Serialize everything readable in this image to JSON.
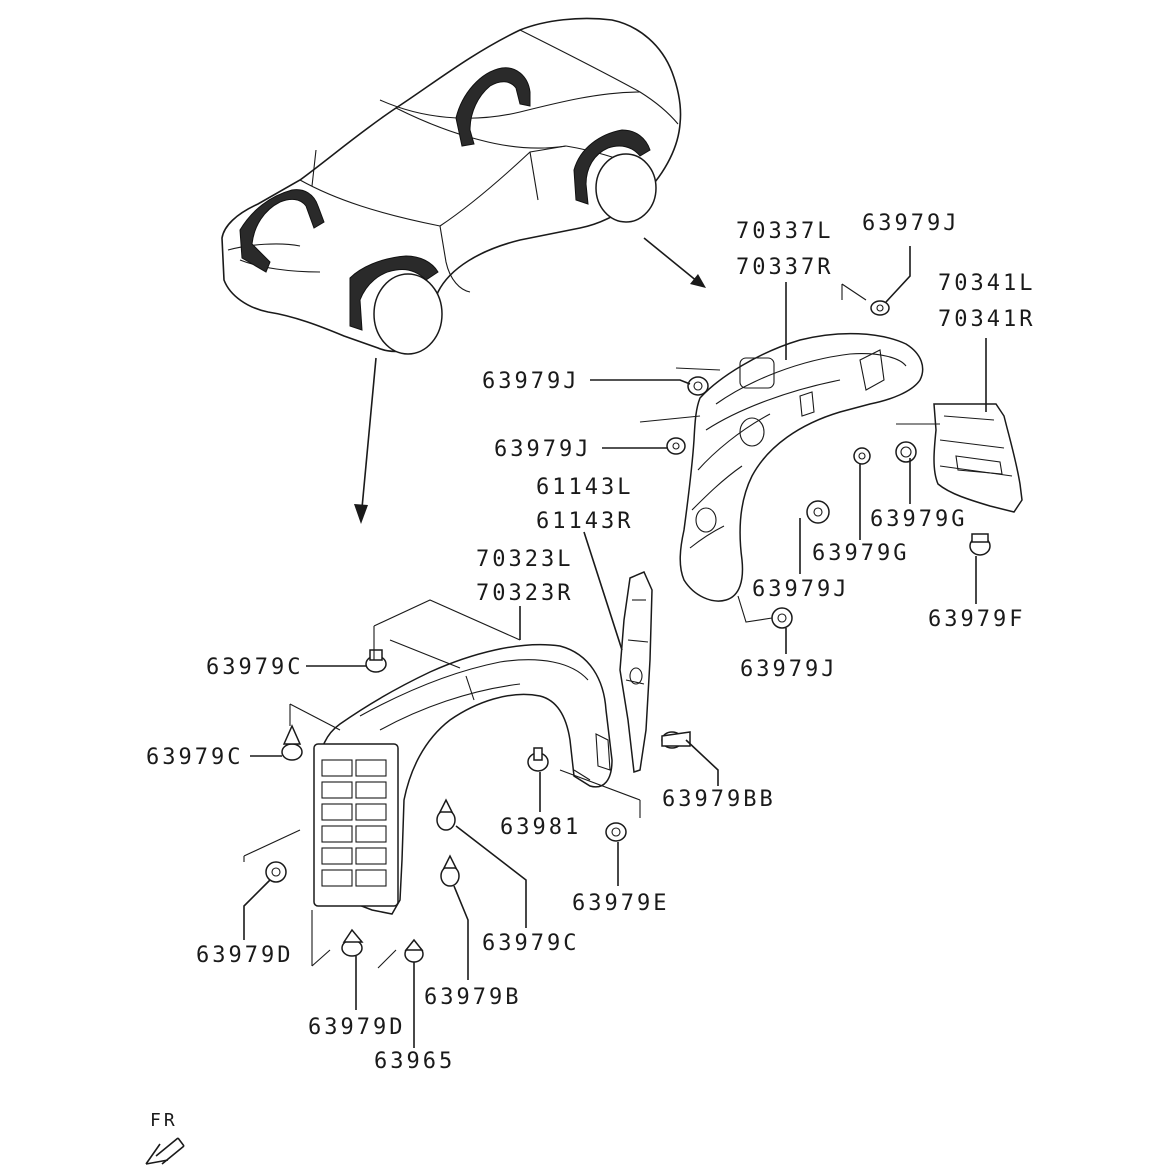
{
  "callouts": [
    {
      "id": "70337L",
      "text": "70337L"
    },
    {
      "id": "70337R",
      "text": "70337R"
    },
    {
      "id": "63979J-top",
      "text": "63979J"
    },
    {
      "id": "70341L",
      "text": "70341L"
    },
    {
      "id": "70341R",
      "text": "70341R"
    },
    {
      "id": "63979J-mid1",
      "text": "63979J"
    },
    {
      "id": "63979J-mid2",
      "text": "63979J"
    },
    {
      "id": "61143L",
      "text": "61143L"
    },
    {
      "id": "61143R",
      "text": "61143R"
    },
    {
      "id": "63979G-a",
      "text": "63979G"
    },
    {
      "id": "63979G-b",
      "text": "63979G"
    },
    {
      "id": "63979J-right",
      "text": "63979J"
    },
    {
      "id": "63979F",
      "text": "63979F"
    },
    {
      "id": "70323L",
      "text": "70323L"
    },
    {
      "id": "70323R",
      "text": "70323R"
    },
    {
      "id": "63979J-low",
      "text": "63979J"
    },
    {
      "id": "63979C-a",
      "text": "63979C"
    },
    {
      "id": "63979C-b",
      "text": "63979C"
    },
    {
      "id": "63979BB",
      "text": "63979BB"
    },
    {
      "id": "63981",
      "text": "63981"
    },
    {
      "id": "63979E",
      "text": "63979E"
    },
    {
      "id": "63979D-a",
      "text": "63979D"
    },
    {
      "id": "63979C-c",
      "text": "63979C"
    },
    {
      "id": "63979B",
      "text": "63979B"
    },
    {
      "id": "63979D-b",
      "text": "63979D"
    },
    {
      "id": "63965",
      "text": "63965"
    }
  ],
  "direction_marker": {
    "text": "FR",
    "icon": "front-arrow-icon"
  }
}
